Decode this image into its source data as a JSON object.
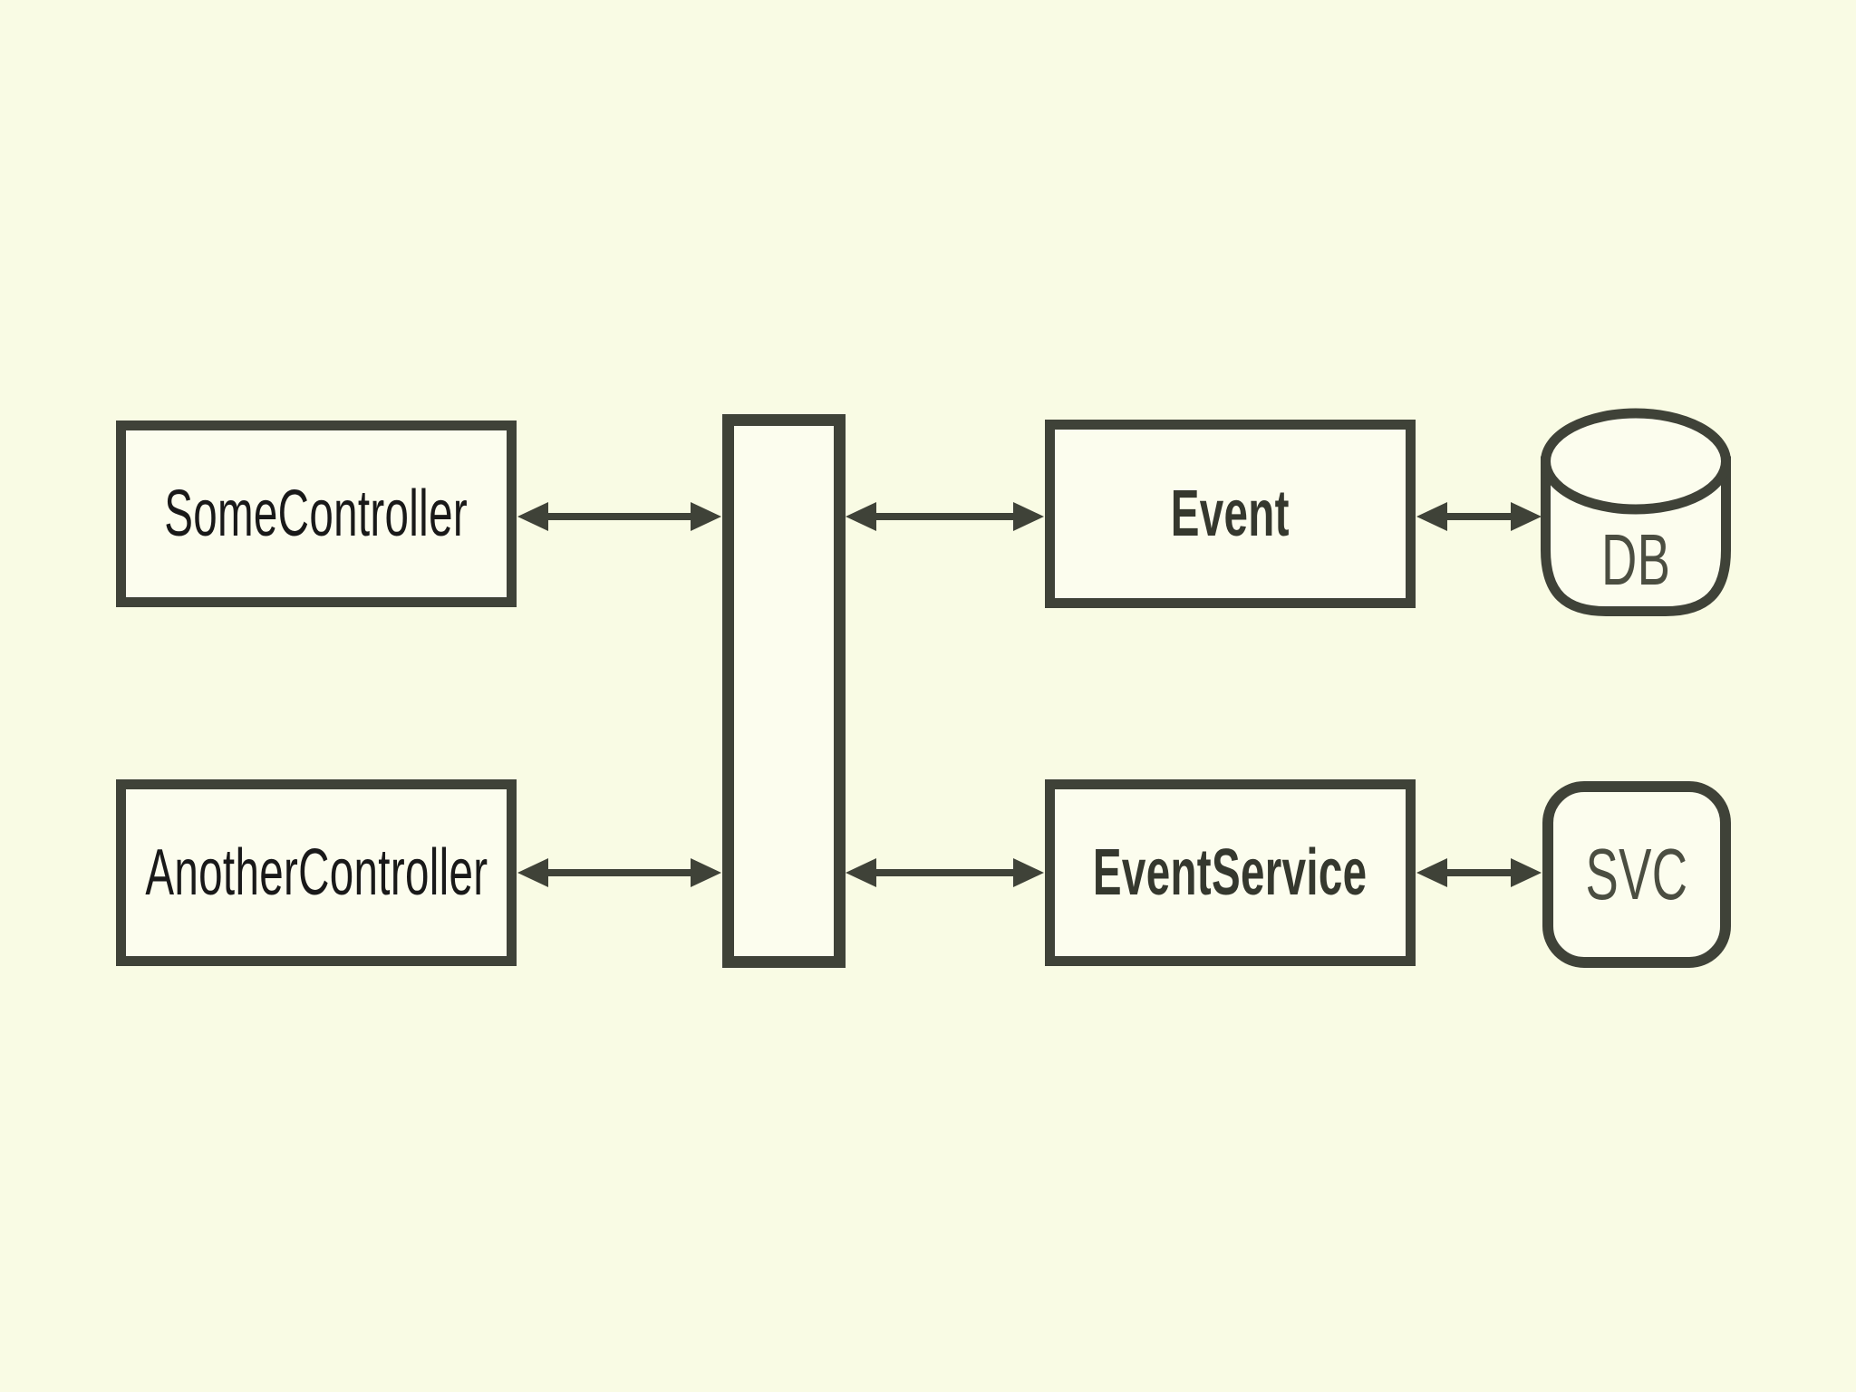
{
  "theme": {
    "background": "#f9fbe4",
    "node_fill": "#fcfdee",
    "stroke": "#3f4238",
    "text_dark": "#191919",
    "text_bold": "#35382e",
    "text_gray": "#4b4e41"
  },
  "diagram": {
    "nodes": {
      "some_controller": {
        "label": "SomeController",
        "shape": "rectangle"
      },
      "another_controller": {
        "label": "AnotherController",
        "shape": "rectangle"
      },
      "event_bus": {
        "label": "",
        "shape": "vertical-bar"
      },
      "event": {
        "label": "Event",
        "shape": "rectangle",
        "emphasis": "bold"
      },
      "event_service": {
        "label": "EventService",
        "shape": "rectangle",
        "emphasis": "bold"
      },
      "db": {
        "label": "DB",
        "shape": "cylinder"
      },
      "svc": {
        "label": "SVC",
        "shape": "rounded-square"
      }
    },
    "edges": [
      {
        "from": "SomeController",
        "to": "event-bus",
        "direction": "bidirectional"
      },
      {
        "from": "event-bus",
        "to": "Event",
        "direction": "bidirectional"
      },
      {
        "from": "Event",
        "to": "DB",
        "direction": "bidirectional"
      },
      {
        "from": "AnotherController",
        "to": "event-bus",
        "direction": "bidirectional"
      },
      {
        "from": "event-bus",
        "to": "EventService",
        "direction": "bidirectional"
      },
      {
        "from": "EventService",
        "to": "SVC",
        "direction": "bidirectional"
      }
    ]
  }
}
